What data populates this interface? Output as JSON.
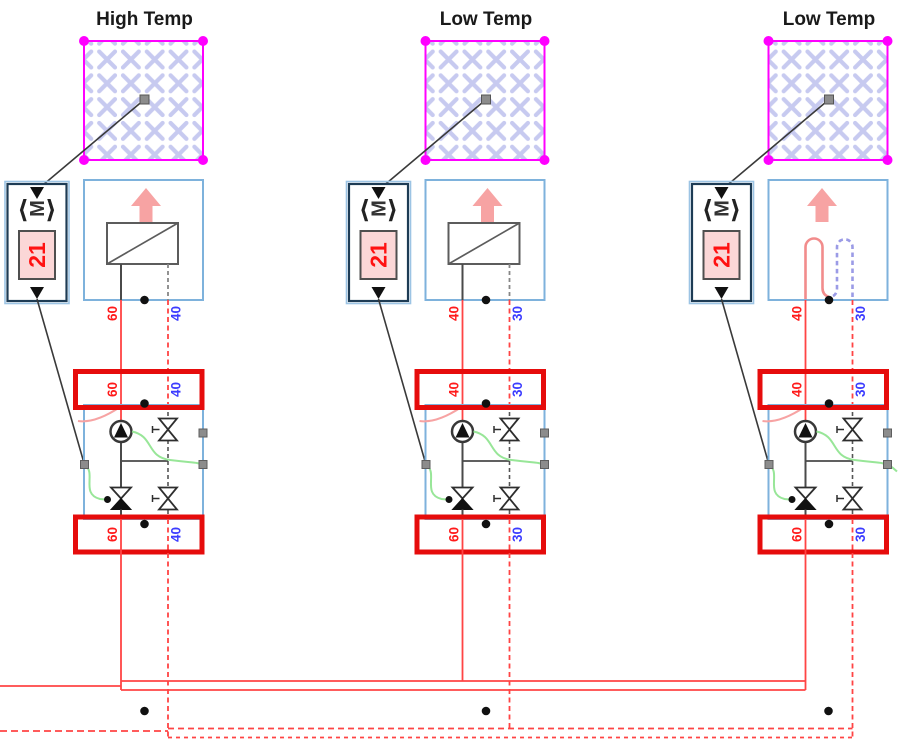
{
  "columns": [
    {
      "title": "High Temp",
      "thermostat": {
        "bracket_left": "⟨",
        "symbol": "M",
        "bracket_right": "⟩",
        "setpoint": "21"
      },
      "heater": {
        "type": "radiator",
        "supply_temp": "60",
        "return_temp": "40"
      },
      "valve_unit": {
        "top_supply_temp": "60",
        "top_return_temp": "40",
        "bottom_supply_temp": "60",
        "bottom_return_temp": "40"
      }
    },
    {
      "title": "Low Temp",
      "thermostat": {
        "bracket_left": "⟨",
        "symbol": "M",
        "bracket_right": "⟩",
        "setpoint": "21"
      },
      "heater": {
        "type": "radiator",
        "supply_temp": "40",
        "return_temp": "30"
      },
      "valve_unit": {
        "top_supply_temp": "40",
        "top_return_temp": "30",
        "bottom_supply_temp": "60",
        "bottom_return_temp": "30"
      }
    },
    {
      "title": "Low Temp",
      "thermostat": {
        "bracket_left": "⟨",
        "symbol": "M",
        "bracket_right": "⟩",
        "setpoint": "21"
      },
      "heater": {
        "type": "floor_coil",
        "supply_temp": "40",
        "return_temp": "30"
      },
      "valve_unit": {
        "top_supply_temp": "40",
        "top_return_temp": "30",
        "bottom_supply_temp": "60",
        "bottom_return_temp": "30"
      }
    }
  ],
  "colors": {
    "pipe_red": "#ff4444",
    "label_supply": "#ff1a1a",
    "label_return": "#3c3cff",
    "highlight_red": "#e60c0c",
    "zone_magenta": "#ff00ff",
    "hatch_blue": "#c7caf0",
    "box_blue": "#7eb2dc",
    "thermo_border": "#1e3c55",
    "thermo_halo": "#9cc4e4",
    "arrow_pink": "#f7a3a3",
    "coil_pink": "#f28c8c",
    "coil_blue": "#9b9be6",
    "signal_green": "#98e698",
    "dark_pipe": "#4a4a4a",
    "gray_dash": "#878787",
    "handle_gray": "#8c8c8c",
    "setpoint_bg": "#fbd7d7",
    "setpoint_text": "#ff1111",
    "dot_black": "#111111"
  }
}
